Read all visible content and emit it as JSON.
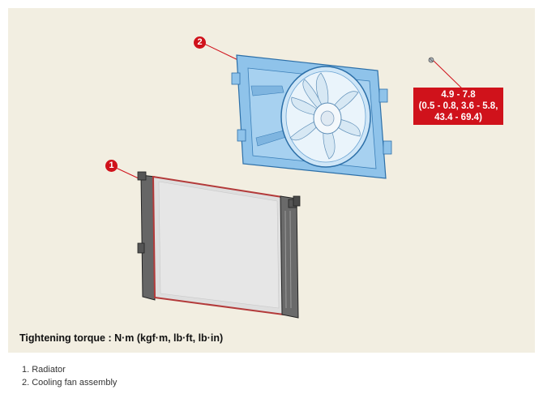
{
  "figure": {
    "torque_spec": {
      "line1": "4.9 - 7.8",
      "line2": "(0.5 - 0.8, 3.6 - 5.8,",
      "line3": "43.4 - 69.4)"
    },
    "callouts": [
      "1",
      "2"
    ],
    "torque_label": "Tightening torque : N·m (kgf·m, lb·ft, lb·in)"
  },
  "legend": {
    "items": [
      "1. Radiator",
      "2. Cooling fan assembly"
    ]
  },
  "colors": {
    "accent_red": "#d0121b",
    "fan_blue": "#8fc3ea",
    "background": "#f2eee1"
  }
}
